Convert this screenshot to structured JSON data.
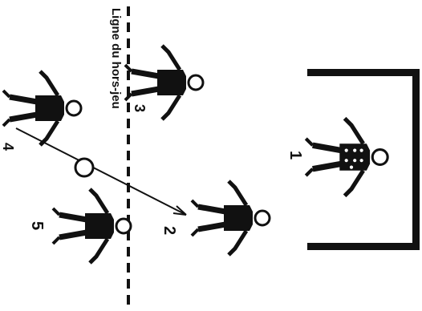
{
  "diagram": {
    "offside_line_label": "Ligne du hors-jeu",
    "players": [
      {
        "id": "p1",
        "number": "1",
        "role": "goalkeeper"
      },
      {
        "id": "p2",
        "number": "2",
        "role": "attacker"
      },
      {
        "id": "p3",
        "number": "3",
        "role": "defender"
      },
      {
        "id": "p4",
        "number": "4",
        "role": "attacker"
      },
      {
        "id": "p5",
        "number": "5",
        "role": "defender"
      }
    ],
    "colors": {
      "ink": "#111111",
      "paper": "#ffffff"
    }
  }
}
